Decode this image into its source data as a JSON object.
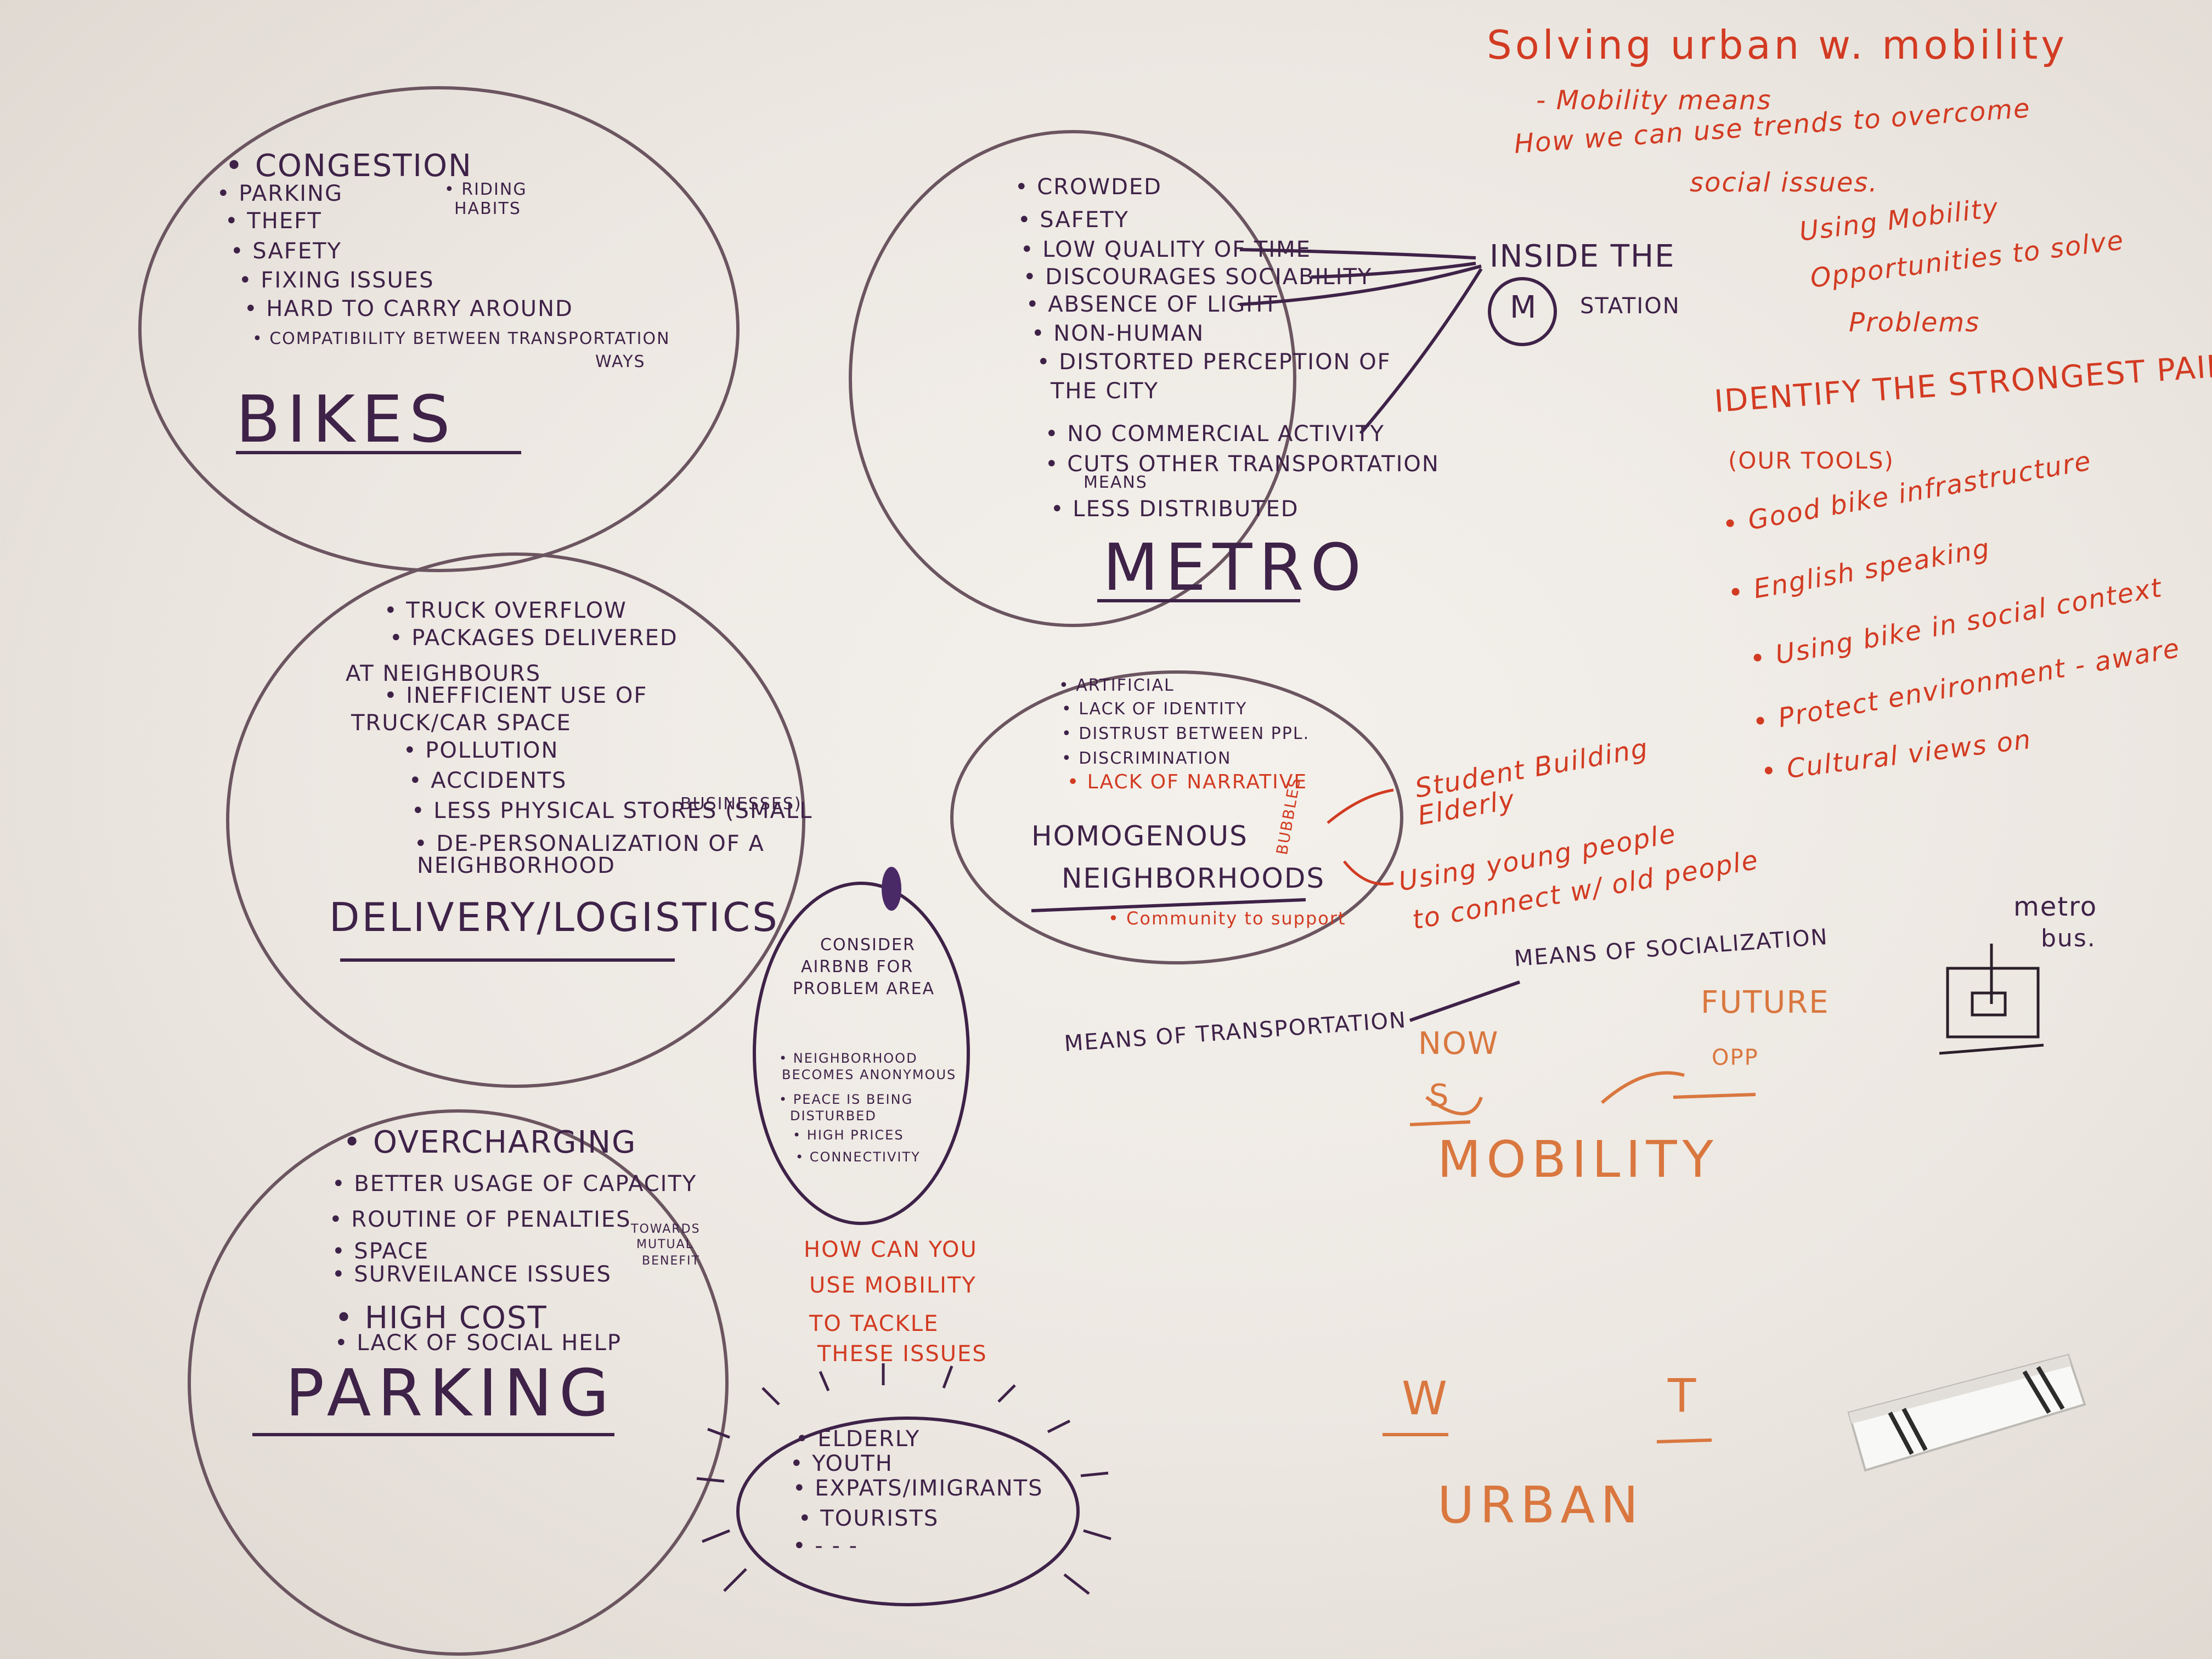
{
  "bikes": {
    "title": "BIKES",
    "items": [
      "• CONGESTION",
      "• PARKING",
      "• THEFT",
      "• SAFETY",
      "• FIXING ISSUES",
      "• HARD TO CARRY AROUND",
      "• COMPATIBILITY BETWEEN TRANSPORTATION"
    ],
    "items_cont": "WAYS",
    "side_note": [
      "• RIDING",
      "HABITS"
    ]
  },
  "metro": {
    "title": "METRO",
    "items": [
      "• CROWDED",
      "• SAFETY",
      "• LOW QUALITY OF TIME",
      "• DISCOURAGES SOCIABILITY",
      "• ABSENCE OF LIGHT",
      "• NON-HUMAN",
      "• DISTORTED PERCEPTION OF",
      "THE CITY",
      "• NO COMMERCIAL ACTIVITY",
      "• CUTS OTHER TRANSPORTATION",
      "MEANS",
      "• LESS DISTRIBUTED"
    ],
    "inside_label": "INSIDE THE",
    "station_label": "STATION",
    "m_symbol": "M"
  },
  "delivery": {
    "title": "DELIVERY/LOGISTICS",
    "items": [
      "• TRUCK OVERFLOW",
      "• PACKAGES DELIVERED",
      "AT NEIGHBOURS",
      "• INEFFICIENT USE OF",
      "TRUCK/CAR SPACE",
      "• POLLUTION",
      "• ACCIDENTS",
      "• LESS PHYSICAL STORES (SMALL",
      "BUSINESSES)",
      "• DE-PERSONALIZATION OF A",
      "NEIGHBORHOOD"
    ]
  },
  "homogenous": {
    "title_line1": "HOMOGENOUS",
    "title_line2": "NEIGHBORHOODS",
    "side_word": "BUBBLES",
    "items": [
      "• ARTIFICIAL",
      "• LACK OF IDENTITY",
      "• DISTRUST BETWEEN PPL.",
      "• DISCRIMINATION"
    ],
    "red_item": "• Lack of narrative",
    "community": "• Community to support",
    "arrow_note_1_line1": "Student Building",
    "arrow_note_1_line2": "Elderly",
    "arrow_note_2_line1": "Using young people",
    "arrow_note_2_line2": "to connect w/ old people"
  },
  "airbnb": {
    "heading": [
      "CONSIDER",
      "AIRBNB FOR",
      "PROBLEM AREA"
    ],
    "items": [
      "• NEIGHBORHOOD",
      "BECOMES ANONYMOUS",
      "• PEACE IS BEING",
      "DISTURBED",
      "• HIGH PRICES",
      "• CONNECTIVITY"
    ]
  },
  "parking": {
    "title": "PARKING",
    "items": [
      "• OVERCHARGING",
      "• BETTER USAGE OF CAPACITY",
      "• ROUTINE OF PENALTIES",
      "• SPACE",
      "• SURVEILANCE ISSUES",
      "• HIGH COST",
      "• LACK OF SOCIAL HELP"
    ],
    "side_note": [
      "TOWARDS",
      "MUTUAL",
      "BENEFIT"
    ]
  },
  "question": [
    "HOW CAN YOU",
    "USE MOBILITY",
    "TO TACKLE",
    "THESE ISSUES"
  ],
  "groups": {
    "items": [
      "• ELDERLY",
      "• YOUTH",
      "• EXPATS/IMIGRANTS",
      "• TOURISTS",
      "• - - -"
    ]
  },
  "means": {
    "transport": "MEANS OF TRANSPORTATION",
    "social": "MEANS OF SOCIALIZATION"
  },
  "mobility_diagram": {
    "now": "NOW",
    "future": "FUTURE",
    "opp": "OPP",
    "s": "S",
    "word": "MOBILITY"
  },
  "urban_diagram": {
    "w": "W",
    "t": "T",
    "word": "URBAN"
  },
  "metro_bus": [
    "metro",
    "bus."
  ],
  "header": {
    "title": "Solving urban w. mobility",
    "line1": "- Mobility means",
    "line2": "How we can use trends to overcome",
    "line3": "social issues.",
    "line4": "Using Mobility",
    "line5": "Opportunities to solve",
    "line6": "Problems"
  },
  "strongest": {
    "title": "IDENTIFY THE STRONGEST PAINS",
    "subtitle": "(OUR TOOLS)",
    "items": [
      "• Good bike infrastructure",
      "• English speaking",
      "• Using bike in social context",
      "• Protect environment - aware",
      "• Cultural views on"
    ]
  },
  "colors": {
    "purple_marker": "#3e2248",
    "red_marker": "#d23b22",
    "orange_marker": "#d9773f",
    "board": "#efebe5"
  }
}
